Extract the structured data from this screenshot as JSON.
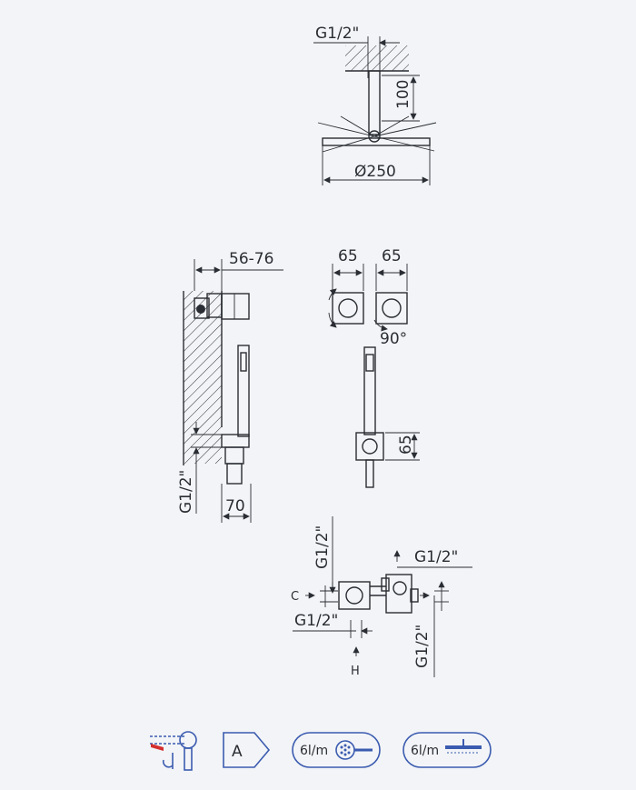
{
  "head_shower": {
    "thread_label": "G1/2\"",
    "arm_length": "100",
    "diameter": "Ø250"
  },
  "wall_unit": {
    "depth_range": "56-76",
    "outlet_thread": "G1/2\"",
    "outlet_depth": "70"
  },
  "controls": {
    "width_left": "65",
    "width_right": "65",
    "rotation": "90°",
    "holder_height": "65"
  },
  "valve_body": {
    "thread_top_left": "G1/2\"",
    "thread_top_right": "G1/2\"",
    "thread_bottom_left": "G1/2\"",
    "thread_bottom_right": "G1/2\"",
    "cold_label": "C",
    "hot_label": "H"
  },
  "badges": [
    {
      "icon": "mixer-tap-icon",
      "text": ""
    },
    {
      "icon": "energy-class-icon",
      "text": "A"
    },
    {
      "icon": "hand-shower-flow-icon",
      "text": "6l/m"
    },
    {
      "icon": "overhead-shower-flow-icon",
      "text": "6l/m"
    }
  ],
  "colors": {
    "line": "#2a2d33",
    "accent": "#3b5bb0",
    "hot": "#d32f2f",
    "background": "#f2f4f7"
  }
}
